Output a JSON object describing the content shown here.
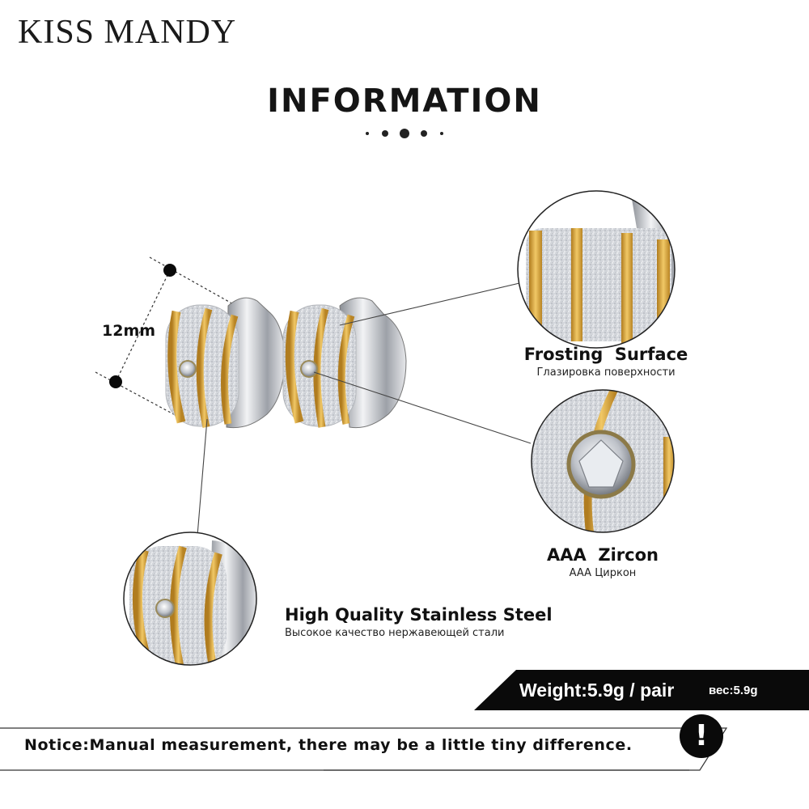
{
  "brand": "KISS MANDY",
  "title": "INFORMATION",
  "measurement": "12mm",
  "features": [
    {
      "en": "Frosting  Surface",
      "ru": "Глазировка поверхности"
    },
    {
      "en": "AAA  Zircon",
      "ru": "AAA Циркон"
    },
    {
      "en": "High Quality Stainless Steel",
      "ru": "Высокое качество нержавеющей стали"
    }
  ],
  "weight": {
    "label": "Weight:5.9g / pair",
    "label_ru": "вес:5.9g"
  },
  "notice": "Notice:Manual measurement, there may be a little tiny difference.",
  "alert_glyph": "!",
  "colors": {
    "gold": "#d9a43a",
    "steel": "#c9ccd2",
    "frost": "#d8dade",
    "band": "#0a0a0a"
  }
}
